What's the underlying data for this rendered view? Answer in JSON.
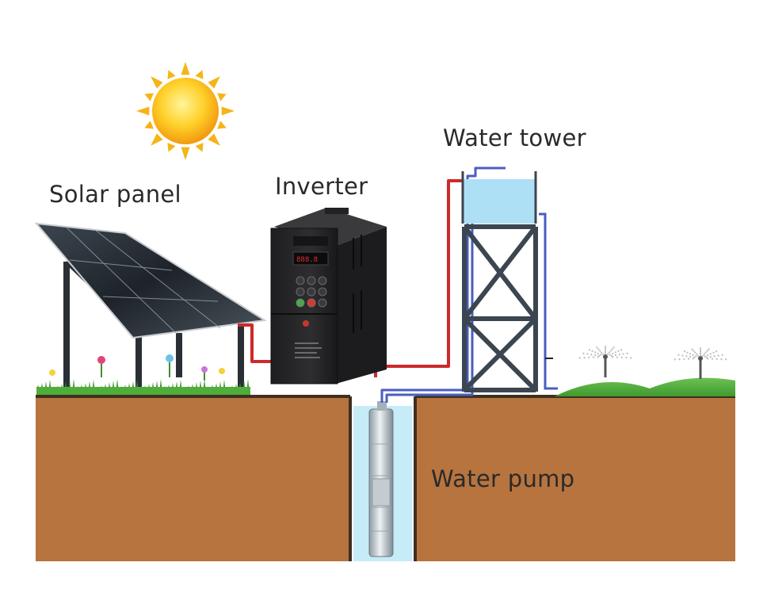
{
  "labels": {
    "solar_panel": "Solar panel",
    "inverter": "Inverter",
    "water_tower": "Water tower",
    "water_pump": "Water pump"
  },
  "colors": {
    "soil": "#b7743f",
    "soil_edge": "#3f2f22",
    "sky_water": "#aee0f5",
    "well_water": "#c6ecf8",
    "grass": "#4fae3a",
    "red_wire": "#cc2a2a",
    "blue_pipe": "#4a5dc0",
    "tower_frame": "#3c4650",
    "inverter_body": "#2a2a2c",
    "sun": "#f5b417"
  }
}
